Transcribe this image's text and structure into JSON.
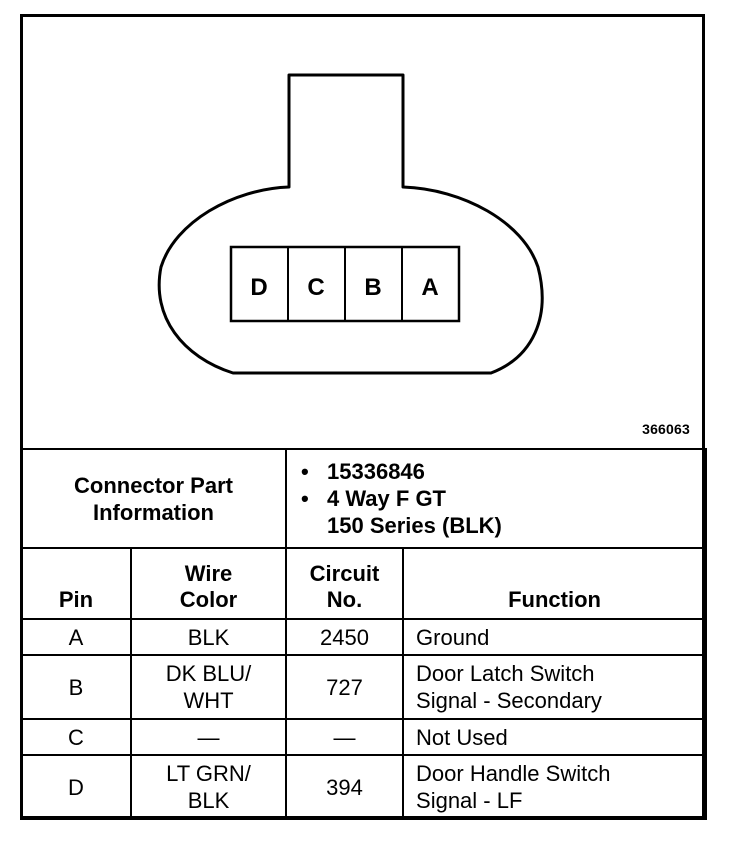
{
  "diagram": {
    "pins": [
      "D",
      "C",
      "B",
      "A"
    ],
    "figure_id": "366063"
  },
  "connector_info": {
    "label_line1": "Connector Part",
    "label_line2": "Information",
    "part_number": "15336846",
    "description_line1": "4 Way F GT",
    "description_line2": "150 Series (BLK)"
  },
  "table": {
    "headers": {
      "pin": "Pin",
      "wire_color_line1": "Wire",
      "wire_color_line2": "Color",
      "circuit_line1": "Circuit",
      "circuit_line2": "No.",
      "function": "Function"
    },
    "rows": [
      {
        "pin": "A",
        "wire1": "BLK",
        "wire2": "",
        "circuit": "2450",
        "func1": "Ground",
        "func2": ""
      },
      {
        "pin": "B",
        "wire1": "DK BLU/",
        "wire2": "WHT",
        "circuit": "727",
        "func1": "Door Latch Switch",
        "func2": "Signal - Secondary"
      },
      {
        "pin": "C",
        "wire1": "—",
        "wire2": "",
        "circuit": "—",
        "func1": "Not Used",
        "func2": ""
      },
      {
        "pin": "D",
        "wire1": "LT GRN/",
        "wire2": "BLK",
        "circuit": "394",
        "func1": "Door Handle Switch",
        "func2": "Signal - LF"
      }
    ]
  }
}
